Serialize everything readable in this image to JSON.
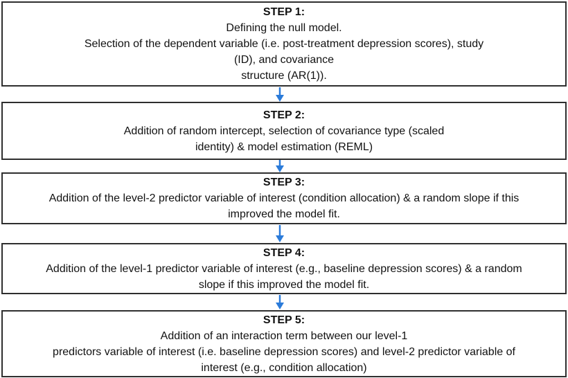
{
  "colors": {
    "arrow": "#2b7bd9",
    "border": "#2e2e2e",
    "text": "#111111"
  },
  "steps": [
    {
      "label": "STEP 1:",
      "lines": [
        "Defining the null model.",
        "Selection of the dependent variable (i.e. post-treatment depression scores), study",
        "(ID), and covariance",
        "structure (AR(1))."
      ]
    },
    {
      "label": "STEP 2:",
      "lines": [
        "Addition of random intercept, selection of covariance type (scaled",
        "identity) & model estimation (REML)"
      ]
    },
    {
      "label": "STEP 3:",
      "lines": [
        "Addition of the level-2 predictor variable of interest (condition allocation) & a random slope if this",
        "improved the model fit."
      ]
    },
    {
      "label": "STEP 4:",
      "lines": [
        "Addition of the level-1 predictor variable of interest (e.g., baseline depression scores) & a random",
        "slope if this improved the model fit."
      ]
    },
    {
      "label": "STEP 5:",
      "lines": [
        "Addition of an interaction term between our level-1",
        "predictors variable of interest (i.e. baseline depression scores) and level-2 predictor variable of",
        "interest (e.g., condition allocation)"
      ]
    }
  ]
}
